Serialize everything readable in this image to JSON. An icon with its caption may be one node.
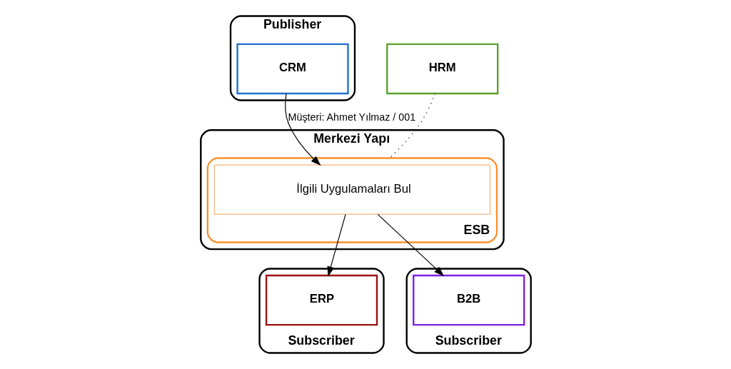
{
  "diagram": {
    "nodes": [
      {
        "text": [
          "Publisher"
        ]
      },
      {
        "text": [
          "CRM"
        ],
        "in": 0
      },
      {
        "text": [
          "Merkezi Yapı"
        ]
      },
      {
        "text": [
          "ESB"
        ],
        "in": 2
      },
      {
        "text": [
          "İlgili Uygulamaları Bul"
        ],
        "in": 3
      },
      {
        "text": [
          "Subscriber"
        ]
      },
      {
        "text": [
          "ERP"
        ],
        "in": 5
      },
      {
        "text": [
          "Subscriber"
        ]
      },
      {
        "text": [
          "B2B"
        ],
        "in": 7
      },
      {
        "text": [
          "HRM"
        ]
      }
    ],
    "edges": [
      {
        "from": 1,
        "to": 4,
        "arrow": "to",
        "label": "Müşteri: Ahmet Yılmaz / 001"
      },
      {
        "from": 4,
        "to": 6,
        "arrow": "to"
      },
      {
        "from": 4,
        "to": 8,
        "arrow": "to"
      },
      {
        "from": 9,
        "to": 3,
        "arrow": "none",
        "style": "dashed"
      }
    ]
  }
}
